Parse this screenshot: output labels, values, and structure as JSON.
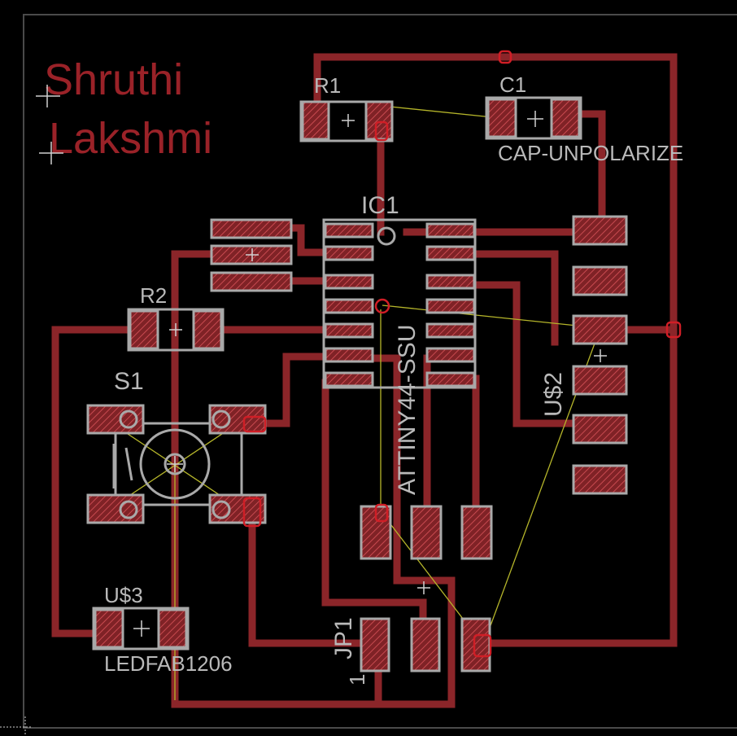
{
  "title_lines": [
    "Shruthi",
    "Lakshmi"
  ],
  "labels": {
    "r1": "R1",
    "c1": "C1",
    "c1_value": "CAP-UNPOLARIZE",
    "ic1": "IC1",
    "ic1_value": "ATTINY44-SSU",
    "r2": "R2",
    "s1": "S1",
    "u2": "U$2",
    "u3": "U$3",
    "u3_value": "LEDFAB1206",
    "jp1": "JP1",
    "pin1": "1"
  },
  "colors": {
    "background": "#000000",
    "copper": "#8b2529",
    "silkscreen": "#a9a9a9",
    "airwire": "#b5b52a",
    "name_text": "#9a2228"
  }
}
